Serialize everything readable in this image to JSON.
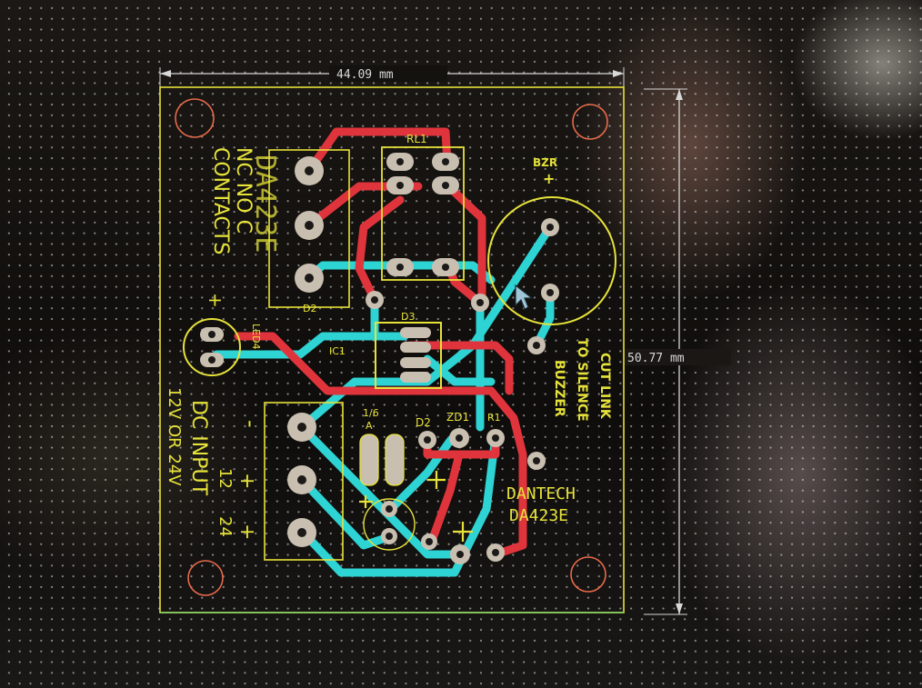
{
  "dimensions": {
    "width": "44.09 mm",
    "height": "50.77 mm"
  },
  "labels": {
    "relay": "RL1",
    "buzzer": "BZR",
    "buzzer_plus": "+",
    "contacts_line1": "NC NO C",
    "contacts_line2": "CONTACTS",
    "led": "LED4",
    "led_plus": "+",
    "ic": "IC1",
    "d2_upper": "D2",
    "d3": "D3",
    "d2_lower": "D2",
    "zd1": "ZD1",
    "r1": "R1",
    "resistor_label": "1/6",
    "resistor_sub": "A",
    "cut_link_1": "CUT LINK",
    "cut_link_2": "TO SILENCE",
    "cut_link_3": "BUZZER",
    "brand_1": "DANTECH",
    "brand_2": "DA423E",
    "ghost_code": "DA423E",
    "dc_input_1": "DC INPUT",
    "dc_input_2": "12V OR 24V",
    "terminal_minus": "-",
    "terminal_12": "12",
    "terminal_24": "24",
    "terminal_plus_1": "+",
    "terminal_plus_2": "+",
    "cap_plus_1": "+",
    "cap_plus_2": "+"
  },
  "colors": {
    "silkscreen": "#e6e23a",
    "top_copper": "#e0343c",
    "bottom_copper": "#2ed3d3",
    "pad": "#c9bfb0",
    "mounting_hole": "#e86a4a",
    "dimension": "#d8d8d8"
  },
  "icons": {
    "cursor": "mouse-pointer-icon"
  }
}
